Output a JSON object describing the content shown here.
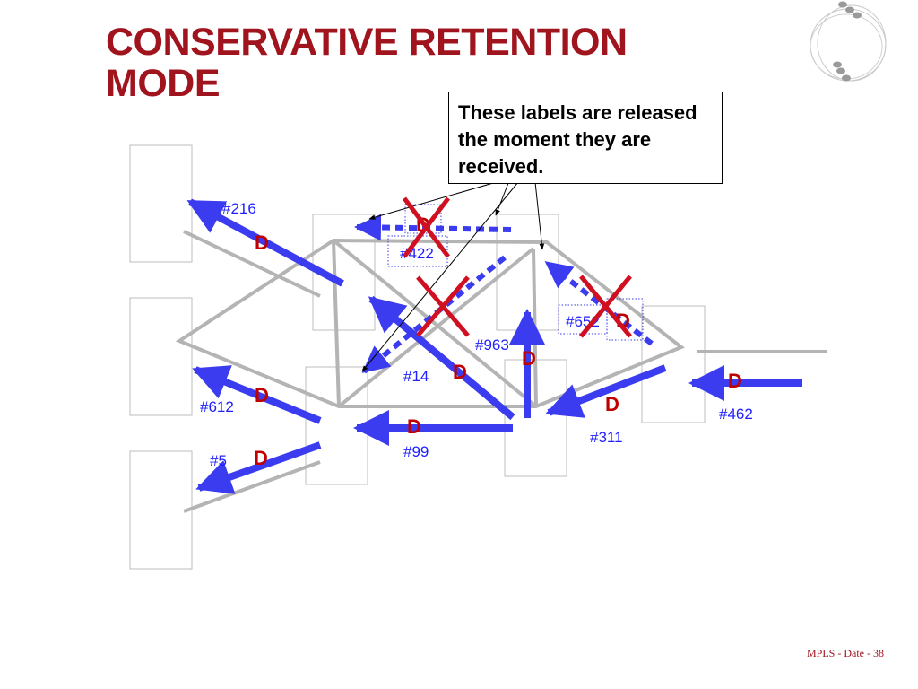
{
  "slide": {
    "title_line1": "CONSERVATIVE RETENTION",
    "title_line2": "MODE",
    "callout_text": "These labels are released the moment they are received.",
    "footer": "MPLS  - Date - 38"
  },
  "labels": [
    "#216",
    "#422",
    "#652",
    "#963",
    "#14",
    "#612",
    "#99",
    "#311",
    "#462",
    "#5"
  ],
  "discard_marks": [
    "D",
    "D",
    "D",
    "D",
    "D",
    "D",
    "D",
    "D",
    "D",
    "D"
  ],
  "colors": {
    "title": "#a0141e",
    "arrow": "#3b3bf0",
    "link": "#b4b4b4",
    "cross": "#d01020",
    "d_mark": "#c00000",
    "label": "#2020ff"
  }
}
